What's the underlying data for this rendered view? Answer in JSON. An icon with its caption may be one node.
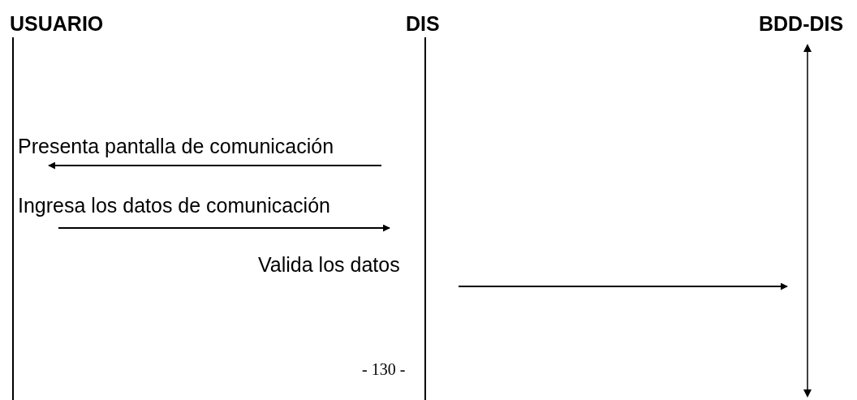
{
  "diagram": {
    "nodes": [
      {
        "text": [
          "USUARIO"
        ]
      },
      {
        "text": [
          "DIS"
        ]
      },
      {
        "text": [
          "BDD-DIS"
        ]
      }
    ],
    "edges": [
      {
        "from": 1,
        "to": 0,
        "arrow": "to",
        "label": "Presenta pantalla de comunicación"
      },
      {
        "from": 0,
        "to": 1,
        "arrow": "to",
        "label": "Ingresa los datos de comunicación"
      },
      {
        "from": 1,
        "to": 2,
        "arrow": "to",
        "label": "Valida los datos"
      }
    ],
    "labels": [
      "- 130 -"
    ]
  }
}
